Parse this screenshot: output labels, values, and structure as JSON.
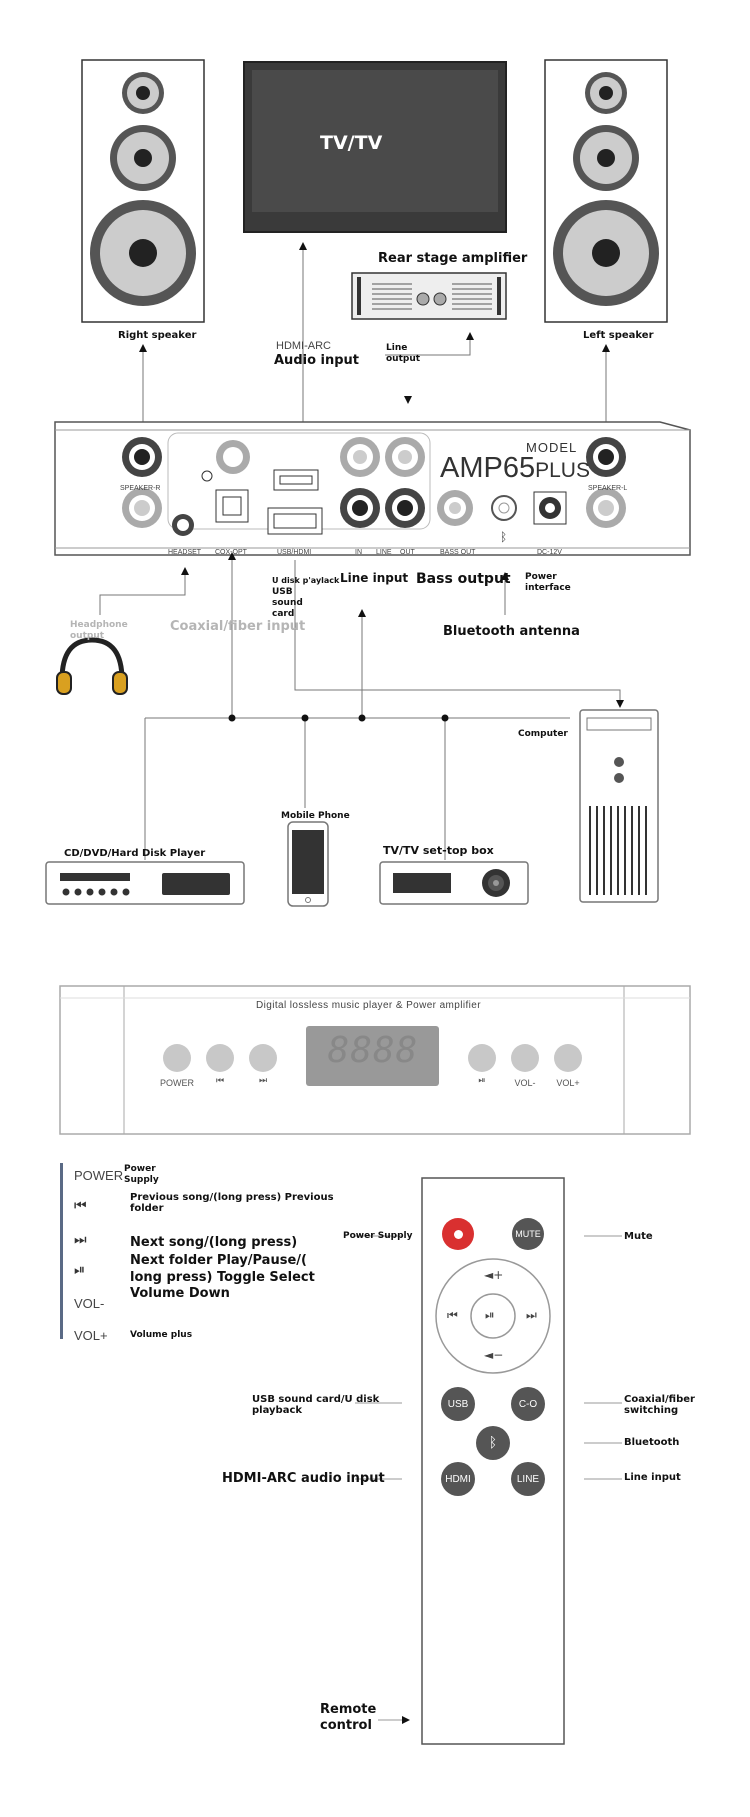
{
  "top": {
    "tv_label": "TV/TV",
    "rear_amp_label": "Rear stage amplifier",
    "right_speaker_label": "Right speaker",
    "left_speaker_label": "Left speaker",
    "hdmi_arc_label": "HDMI-ARC",
    "audio_input_label": "Audio input",
    "line_output_label": "Line output"
  },
  "back_panel": {
    "model_word": "MODEL",
    "model_name": "AMP65",
    "model_suffix": "PLUS",
    "port_labels": {
      "speaker_r": "SPEAKER-R",
      "headset": "HEADSET",
      "cox_opt": "COX-OPT",
      "usb_hdmi": "USB/HDMI",
      "in": "IN",
      "line": "LINE",
      "out": "OUT",
      "bass_out": "BASS OUT",
      "dc12v": "DC-12V",
      "speaker_l": "SPEAKER-L"
    }
  },
  "connections": {
    "udisk_label": "U disk p'aylack",
    "usb_sound_card_label": "USB sound card",
    "line_input_label": "Line input",
    "bass_output_label": "Bass output",
    "power_interface_label": "Power interface",
    "bluetooth_antenna_label": "Bluetooth antenna",
    "headphone_output_label": "Headphone output",
    "coaxial_fiber_input_label": "Coaxial/fiber input",
    "computer_label": "Computer",
    "mobile_phone_label": "Mobile Phone",
    "cd_player_label": "CD/DVD/Hard Disk Player",
    "set_top_box_label": "TV/TV set-top box"
  },
  "front_panel": {
    "title": "Digital lossless music player & Power amplifier",
    "display": "8888",
    "buttons": [
      "POWER",
      "⏮",
      "⏭",
      "⏯",
      "VOL-",
      "VOL+"
    ]
  },
  "legend": {
    "items": [
      {
        "key": "POWER",
        "desc": "Power Supply"
      },
      {
        "key": "⏮",
        "desc": "Previous song/(long press) Previous folder"
      },
      {
        "key": "⏭",
        "desc": "Next song/(long press)"
      },
      {
        "key": "⏯",
        "desc": "Next folder Play/Pause/( long press) Toggle Select"
      },
      {
        "key": "VOL-",
        "desc": "Volume Down"
      },
      {
        "key": "VOL+",
        "desc": "Volume plus"
      }
    ]
  },
  "remote": {
    "power_supply_label": "Power Supply",
    "mute_label": "Mute",
    "mute_button": "MUTE",
    "usb_label": "USB sound card/U disk playback",
    "coax_label": "Coaxial/fiber switching",
    "bluetooth_label": "Bluetooth",
    "hdmi_arc_label": "HDMI-ARC audio input",
    "line_input_label": "Line input",
    "remote_control_label": "Remote control",
    "usb_button": "USB",
    "co_button": "C-O",
    "hdmi_button": "HDMI",
    "line_button": "LINE"
  }
}
